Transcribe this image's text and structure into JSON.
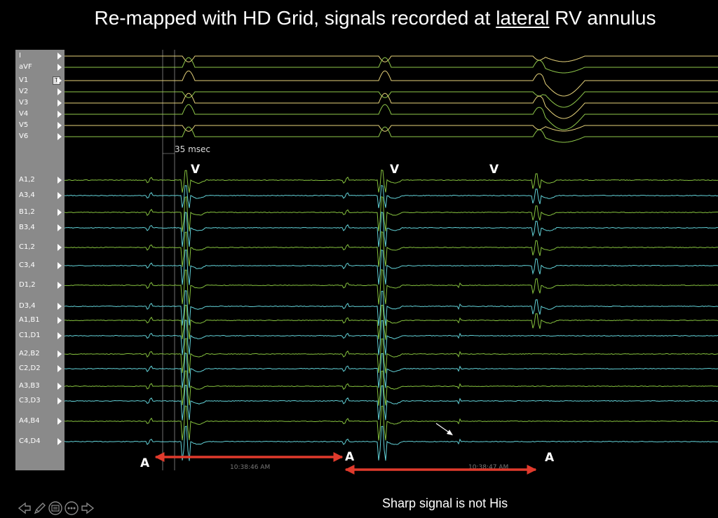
{
  "title": {
    "before": "Re-mapped with HD Grid, signals recorded at ",
    "underlined": "lateral",
    "after": " RV annulus"
  },
  "leads": [
    "I",
    "aVF",
    "V1",
    "V2",
    "V3",
    "V4",
    "V5",
    "V6",
    "A1,2",
    "A3,4",
    "B1,2",
    "B3,4",
    "C1,2",
    "C3,4",
    "D1,2",
    "D3,4",
    "A1,B1",
    "C1,D1",
    "A2,B2",
    "C2,D2",
    "A3,B3",
    "C3,D3",
    "A4,B4",
    "C4,D4"
  ],
  "pinned_marker": "T",
  "calibration_label": "35 msec",
  "v_labels": [
    "V",
    "V",
    "V"
  ],
  "a_labels": [
    "A",
    "A",
    "A"
  ],
  "timestamps": [
    "10:38:46 AM",
    "10:38:47 AM"
  ],
  "caption": "Sharp signal is not His",
  "colors": {
    "surface_ecg_green": "#8fc84a",
    "surface_ecg_yellow": "#e6d27a",
    "intracardiac_cyan": "#62d2d8",
    "intracardiac_green": "#86c23e",
    "label_panel": "#8a8a8a",
    "arrow_red": "#e03a2c",
    "background": "#000000"
  },
  "nav_icons": [
    "prev-arrow-icon",
    "next-arrow-icon",
    "pen-icon",
    "slides-icon",
    "more-icon"
  ]
}
